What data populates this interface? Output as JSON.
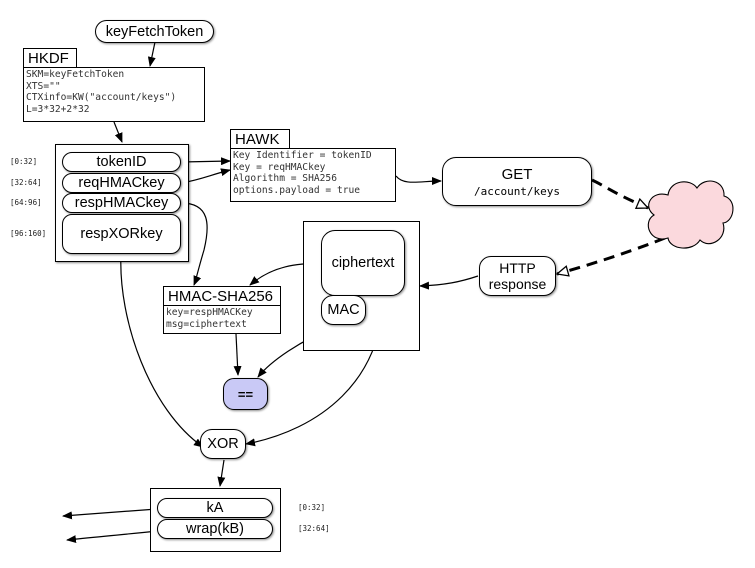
{
  "nodes": {
    "key_fetch_token": "keyFetchToken",
    "hkdf": {
      "title": "HKDF",
      "lines": [
        "SKM=keyFetchToken",
        "XTS=\"\"",
        "CTXinfo=KW(\"account/keys\")",
        "L=3*32+2*32"
      ]
    },
    "derived_keys": [
      {
        "label": "tokenID",
        "range": "[0:32]"
      },
      {
        "label": "reqHMACkey",
        "range": "[32:64]"
      },
      {
        "label": "respHMACkey",
        "range": "[64:96]"
      },
      {
        "label": "respXORkey",
        "range": "[96:160]"
      }
    ],
    "hawk": {
      "title": "HAWK",
      "lines": [
        "Key Identifier = tokenID",
        "Key = reqHMACkey",
        "Algorithm = SHA256",
        "options.payload = true"
      ]
    },
    "get_request": {
      "method": "GET",
      "path": "/account/keys"
    },
    "http_response": {
      "line1": "HTTP",
      "line2": "response"
    },
    "response_parts": {
      "ciphertext": "ciphertext",
      "mac": "MAC"
    },
    "hmac": {
      "title": "HMAC-SHA256",
      "lines": [
        "key=respHMACKey",
        "msg=ciphertext"
      ]
    },
    "compare": "==",
    "xor": "XOR",
    "outputs": [
      {
        "label": "kA",
        "range": "[0:32]"
      },
      {
        "label": "wrap(kB)",
        "range": "[32:64]"
      }
    ]
  },
  "colors": {
    "compare_fill": "#c9c9f6",
    "cloud_fill": "#fbd9dd",
    "line": "#000000"
  }
}
